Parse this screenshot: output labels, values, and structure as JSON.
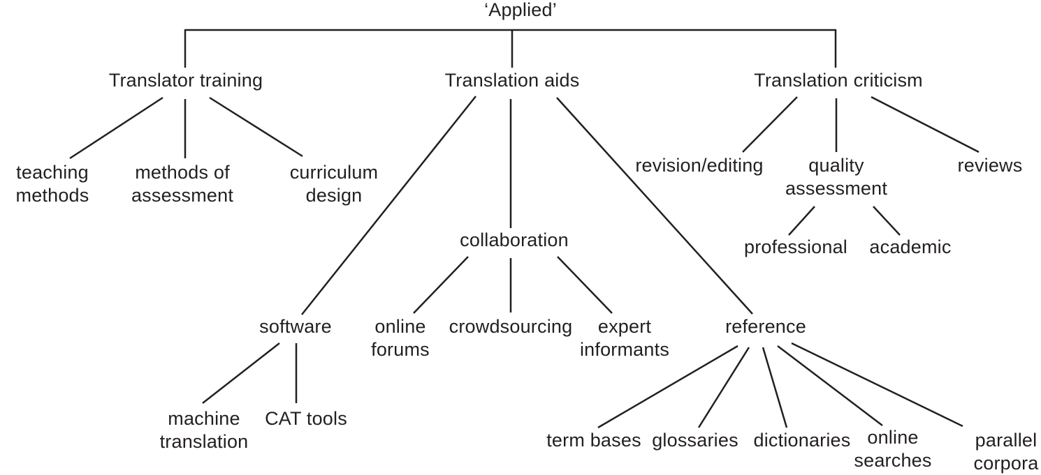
{
  "figure": {
    "kind": "tree-diagram",
    "root_label": "‘Applied’"
  },
  "style": {
    "text_color": "#231f20",
    "line_color": "#231f20",
    "background": "#ffffff"
  },
  "nodes": {
    "applied": "‘Applied’",
    "translator_training": "Translator training",
    "translation_aids": "Translation aids",
    "translation_criticism": "Translation criticism",
    "teaching_methods": "teaching\nmethods",
    "methods_of_assessment": "methods of\nassessment",
    "curriculum_design": "curriculum\ndesign",
    "revision_editing": "revision/editing",
    "quality_assessment": "quality\nassessment",
    "reviews": "reviews",
    "professional": "professional",
    "academic": "academic",
    "collaboration": "collaboration",
    "software": "software",
    "online_forums": "online\nforums",
    "crowdsourcing": "crowdsourcing",
    "expert_informants": "expert\ninformants",
    "reference": "reference",
    "machine_translation": "machine\ntranslation",
    "cat_tools": "CAT tools",
    "term_bases": "term bases",
    "glossaries": "glossaries",
    "dictionaries": "dictionaries",
    "online_searches": "online\nsearches",
    "parallel_corpora": "parallel corpora"
  },
  "tree": {
    "root": "applied",
    "children": {
      "applied": [
        "translator_training",
        "translation_aids",
        "translation_criticism"
      ],
      "translator_training": [
        "teaching_methods",
        "methods_of_assessment",
        "curriculum_design"
      ],
      "translation_aids": [
        "software",
        "collaboration",
        "reference"
      ],
      "translation_criticism": [
        "revision_editing",
        "quality_assessment",
        "reviews"
      ],
      "quality_assessment": [
        "professional",
        "academic"
      ],
      "collaboration": [
        "online_forums",
        "crowdsourcing",
        "expert_informants"
      ],
      "software": [
        "machine_translation",
        "cat_tools"
      ],
      "reference": [
        "term_bases",
        "glossaries",
        "dictionaries",
        "online_searches",
        "parallel_corpora"
      ]
    }
  }
}
